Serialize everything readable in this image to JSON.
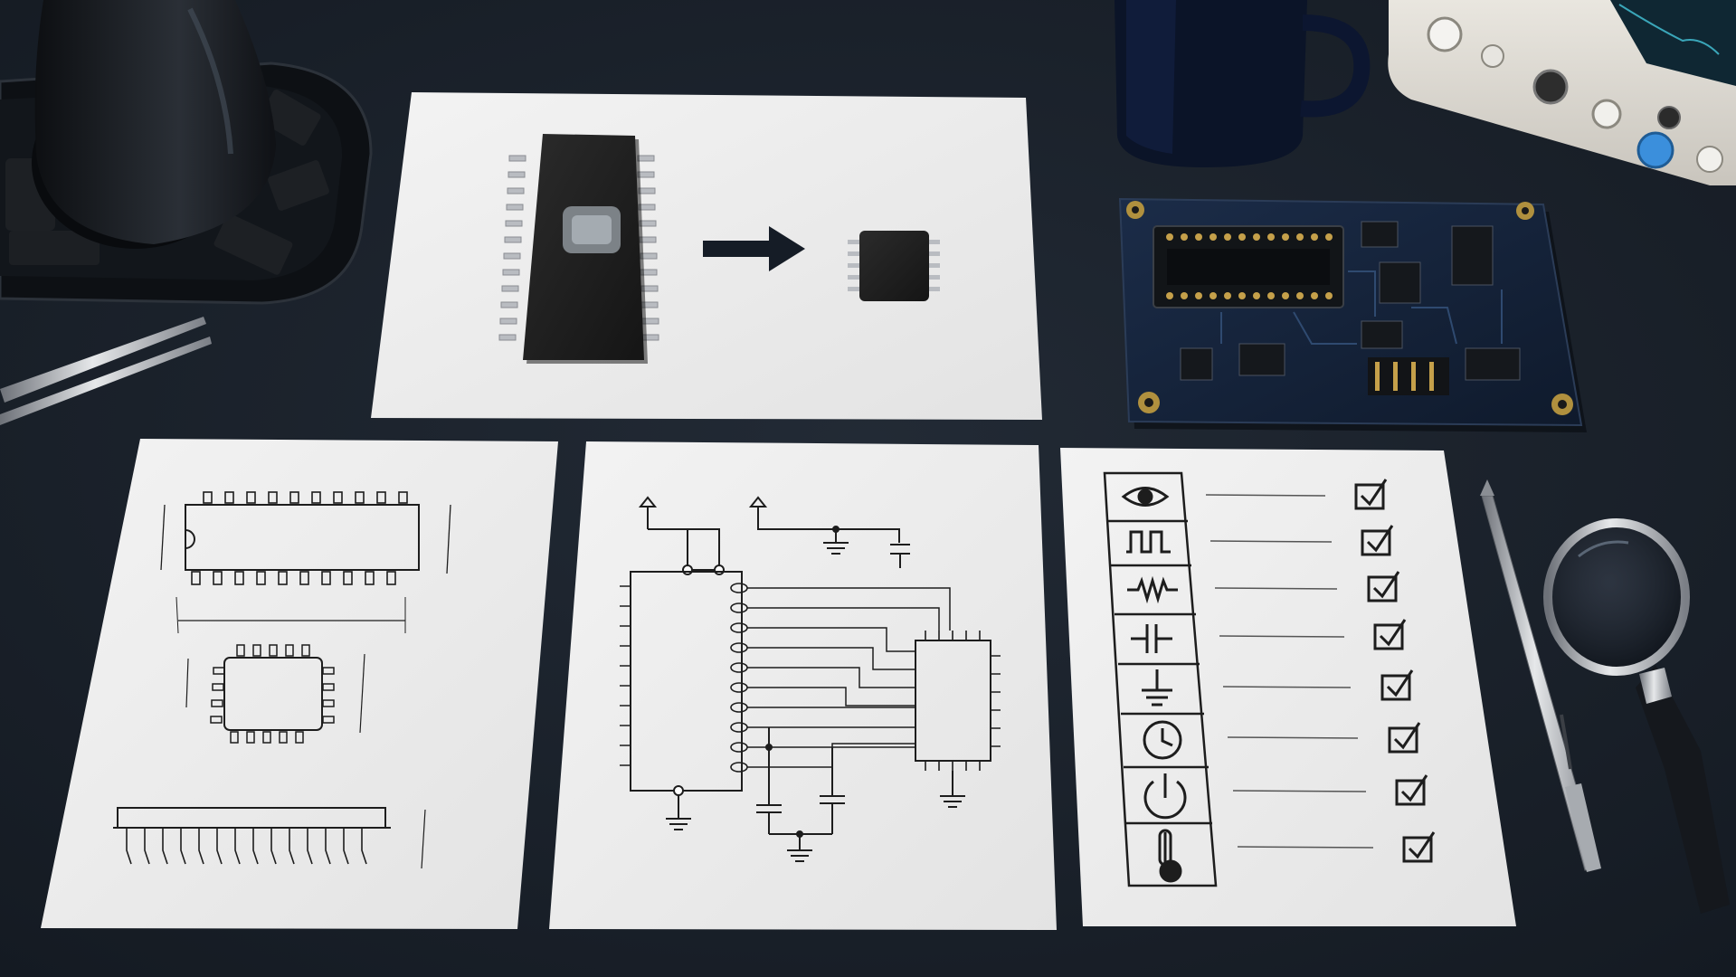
{
  "scene": {
    "description_items": {
      "sheet_top": "chip-replacement-diagram",
      "sheet_left": "package-dimension-drawings",
      "sheet_middle": "schematic",
      "sheet_right": "inspection-checklist",
      "objects": [
        "desk-lamp",
        "component-tray",
        "tweezers",
        "coffee-mug",
        "oscilloscope",
        "pcb-board",
        "pen",
        "magnifying-glass"
      ]
    },
    "checklist": {
      "rows": [
        {
          "icon": "eye-icon",
          "checked": true
        },
        {
          "icon": "square-wave-icon",
          "checked": true
        },
        {
          "icon": "resistor-icon",
          "checked": true
        },
        {
          "icon": "capacitor-icon",
          "checked": true
        },
        {
          "icon": "ground-icon",
          "checked": true
        },
        {
          "icon": "clock-icon",
          "checked": true
        },
        {
          "icon": "power-icon",
          "checked": true
        },
        {
          "icon": "thermometer-icon",
          "checked": true
        }
      ]
    },
    "colors": {
      "desk": "#1b222c",
      "paper": "#eeeeee",
      "ink": "#1d1d1d",
      "chip": "#1c1c1c",
      "pcb": "#14223a",
      "gold": "#b0903e",
      "knob_blue": "#3b8fdc"
    }
  }
}
